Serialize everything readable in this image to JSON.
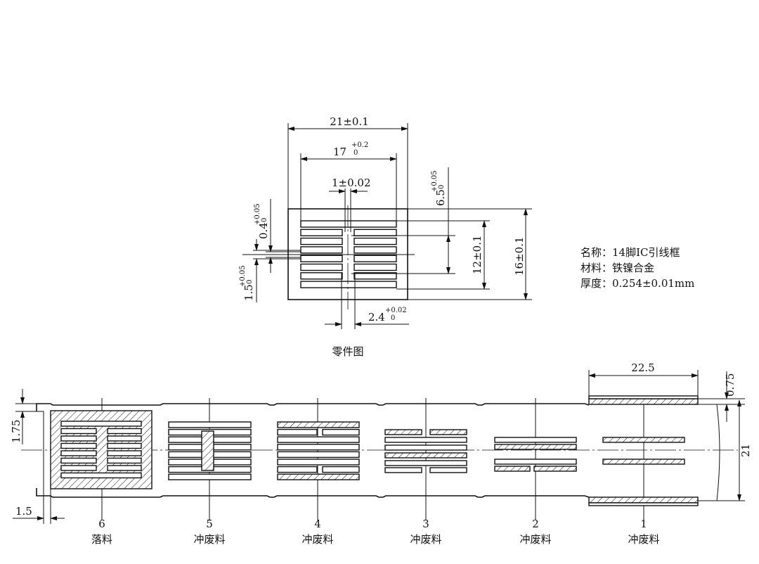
{
  "part_drawing": {
    "caption": "零件图",
    "dims": {
      "width": {
        "nominal": "21±0.1"
      },
      "inner_width": {
        "nominal": "17",
        "upper": "+0.2",
        "lower": "0"
      },
      "center_gap": {
        "nominal": "1±0.02"
      },
      "pitch_height": {
        "nominal": "6.5",
        "upper": "+0.05",
        "lower": "0"
      },
      "slot_span": {
        "nominal": "12±0.1"
      },
      "height": {
        "nominal": "16±0.1"
      },
      "slot_width": {
        "nominal": "0.4",
        "upper": "+0.05",
        "lower": "0"
      },
      "slot_pitch": {
        "nominal": "1.5",
        "upper": "+0.05",
        "lower": "0"
      },
      "gap_width": {
        "nominal": "2.4",
        "upper": "+0.02",
        "lower": "0"
      }
    },
    "spec": {
      "name": "名称：14脚IC引线框",
      "material": "材料：铁镍合金",
      "thickness": "厚度：0.254±0.01mm"
    }
  },
  "strip_layout": {
    "dims": {
      "pitch": "22.5",
      "edge_trim": "0.75",
      "strip_width": "21",
      "side_margin": "1.75",
      "end_margin": "1.5"
    },
    "stations": [
      {
        "number": "6",
        "operation": "落料"
      },
      {
        "number": "5",
        "operation": "冲废料"
      },
      {
        "number": "4",
        "operation": "冲废料"
      },
      {
        "number": "3",
        "operation": "冲废料"
      },
      {
        "number": "2",
        "operation": "冲废料"
      },
      {
        "number": "1",
        "operation": "冲废料"
      }
    ]
  }
}
